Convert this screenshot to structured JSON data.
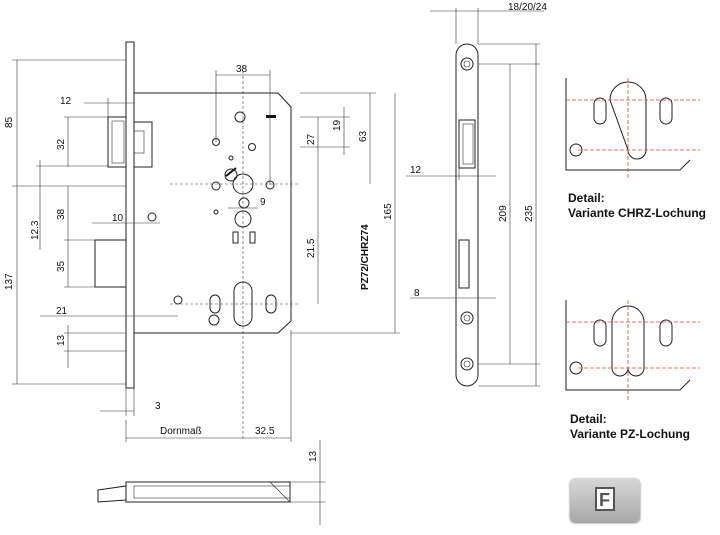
{
  "dims": {
    "d85": "85",
    "d137": "137",
    "d12_3": "12.3",
    "d32": "32",
    "d38_left": "38",
    "d35": "35",
    "d12_top": "12",
    "d10": "10",
    "d21": "21",
    "d13_left": "13",
    "d3": "3",
    "d38_top": "38",
    "d27": "27",
    "d19": "19",
    "d63": "63",
    "d9": "9",
    "d21_5": "21.5",
    "d165": "165",
    "pz": "PZ72/CHRZ74",
    "dornmass": "Dornmaß",
    "d32_5": "32.5",
    "d18_20_24": "18/20/24",
    "d12_side": "12",
    "d209": "209",
    "d235": "235",
    "d8": "8",
    "d13_bottom": "13"
  },
  "details": {
    "chrz_line1": "Detail:",
    "chrz_line2": "Variante CHRZ-Lochung",
    "pz_line1": "Detail:",
    "pz_line2": "Variante PZ-Lochung"
  },
  "logo": {
    "letter": "F"
  }
}
